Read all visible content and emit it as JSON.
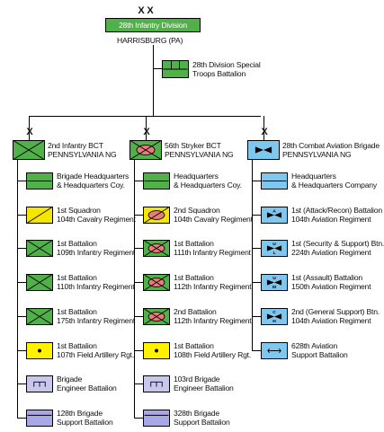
{
  "division": {
    "echelon": "X X",
    "name": "28th Infantry Division",
    "location": "HARRISBURG (PA)",
    "stb": [
      "28th Division Special",
      "Troops Battalion"
    ]
  },
  "colors": {
    "friendly_green": "#52b04a",
    "cavalry_yellow": "#f5e600",
    "artillery_yellow": "#fff200",
    "aviation_blue": "#7ec8f0",
    "engineer_lavender": "#c8c8ee",
    "support_lavender": "#a8a8e8",
    "stryker_pink": "#e87c7c"
  },
  "brigades": [
    {
      "echelon": "X",
      "title": [
        "2nd Infantry BCT",
        "PENNSYLVANIA NG"
      ],
      "units": [
        {
          "type": "hq",
          "label": [
            "Brigade Headquarters",
            "& Headquarters Coy."
          ]
        },
        {
          "type": "cavalry",
          "label": [
            "1st Squadron",
            "104th Cavalry Regiment"
          ]
        },
        {
          "type": "infantry",
          "label": [
            "1st Battalion",
            "109th Infantry Regiment"
          ]
        },
        {
          "type": "infantry",
          "label": [
            "1st Battalion",
            "110th Infantry Regiment"
          ]
        },
        {
          "type": "infantry",
          "label": [
            "1st Battalion",
            "175th Infantry Regiment"
          ]
        },
        {
          "type": "artillery",
          "label": [
            "1st Battalion",
            "107th Field Artillery Rgt."
          ]
        },
        {
          "type": "engineer",
          "label": [
            "Brigade",
            "Engineer Battalion"
          ]
        },
        {
          "type": "support",
          "label": [
            "128th Brigade",
            "Support Battalion"
          ]
        }
      ]
    },
    {
      "echelon": "X",
      "title": [
        "56th Stryker BCT",
        "PENNSYLVANIA NG"
      ],
      "units": [
        {
          "type": "hq",
          "label": [
            "Headquarters",
            "& Headquarters Coy."
          ]
        },
        {
          "type": "stryker-cavalry",
          "label": [
            "2nd Squadron",
            "104th Cavalry Regiment"
          ]
        },
        {
          "type": "stryker",
          "label": [
            "1st Battalion",
            "111th Infantry Regiment"
          ]
        },
        {
          "type": "stryker",
          "label": [
            "1st Battalion",
            "112th Infantry Regiment"
          ]
        },
        {
          "type": "stryker",
          "label": [
            "2nd Battalion",
            "112th Infantry Regiment"
          ]
        },
        {
          "type": "artillery",
          "label": [
            "1st Battalion",
            "108th Field Artillery Rgt."
          ]
        },
        {
          "type": "engineer",
          "label": [
            "103rd Brigade",
            "Engineer Battalion"
          ]
        },
        {
          "type": "support",
          "label": [
            "328th Brigade",
            "Support Battalion"
          ]
        }
      ]
    },
    {
      "echelon": "X",
      "title": [
        "28th Combat Aviation Brigade",
        "PENNSYLVANIA NG"
      ],
      "units": [
        {
          "type": "aviation-hq",
          "label": [
            "Headquarters",
            "& Headquarters Company"
          ]
        },
        {
          "type": "aviation",
          "letters": [
            "A"
          ],
          "label": [
            "1st (Attack/Recon) Battalion",
            "104th Aviation Regiment"
          ]
        },
        {
          "type": "aviation",
          "letters": [
            "U",
            "L"
          ],
          "label": [
            "1st (Security & Support) Btn.",
            "224th Aviation Regiment"
          ]
        },
        {
          "type": "aviation",
          "letters": [
            "U",
            "M"
          ],
          "label": [
            "1st (Assault) Battalion",
            "150th Aviation Regiment"
          ]
        },
        {
          "type": "aviation",
          "letters": [
            "C",
            "H"
          ],
          "label": [
            "2nd (General Support) Btn.",
            "104th Aviation Regiment"
          ]
        },
        {
          "type": "aviation-support",
          "label": [
            "628th Aviation",
            "Support Battalion"
          ]
        }
      ]
    }
  ]
}
